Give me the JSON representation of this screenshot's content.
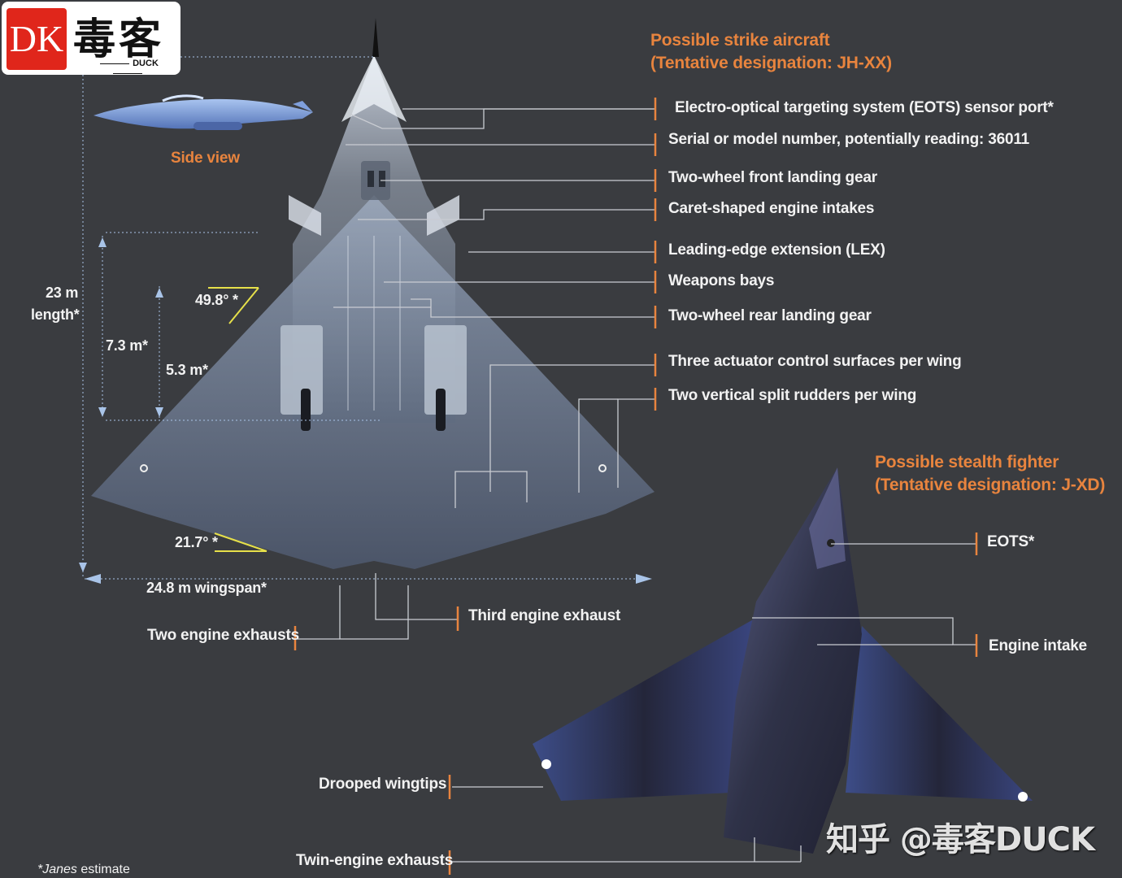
{
  "logo": {
    "letters": "DK",
    "chinese": "毒客",
    "sub": "DUCK"
  },
  "strike": {
    "title_line1": "Possible strike aircraft",
    "title_line2": "(Tentative designation: JH-XX)",
    "side_view": "Side view",
    "callouts": [
      "Electro-optical targeting system (EOTS) sensor port*",
      "Serial or model number, potentially reading: 36011",
      "Two-wheel front landing gear",
      "Caret-shaped engine intakes",
      "Leading-edge extension (LEX)",
      "Weapons bays",
      "Two-wheel rear landing gear",
      "Three actuator control surfaces per wing",
      "Two vertical split rudders per wing"
    ],
    "exhaust_two": "Two engine exhausts",
    "exhaust_third": "Third engine exhaust"
  },
  "dimensions": {
    "length_line1": "23 m",
    "length_line2": "length*",
    "d73": "7.3 m*",
    "d53": "5.3 m*",
    "angle_lex": "49.8° *",
    "angle_te": "21.7° *",
    "wingspan": "24.8 m wingspan*"
  },
  "fighter": {
    "title_line1": "Possible stealth fighter",
    "title_line2": "(Tentative designation: J-XD)",
    "eots": "EOTS*",
    "intake": "Engine intake",
    "wingtips": "Drooped wingtips",
    "exhausts": "Twin-engine exhausts"
  },
  "footnote_italic": "*Janes",
  "footnote_rest": " estimate",
  "watermark": "知乎 @毒客DUCK",
  "colors": {
    "background": "#3a3c40",
    "accent": "#e8843e",
    "leader": "#c9ccd2",
    "bar": "#e8843e"
  }
}
